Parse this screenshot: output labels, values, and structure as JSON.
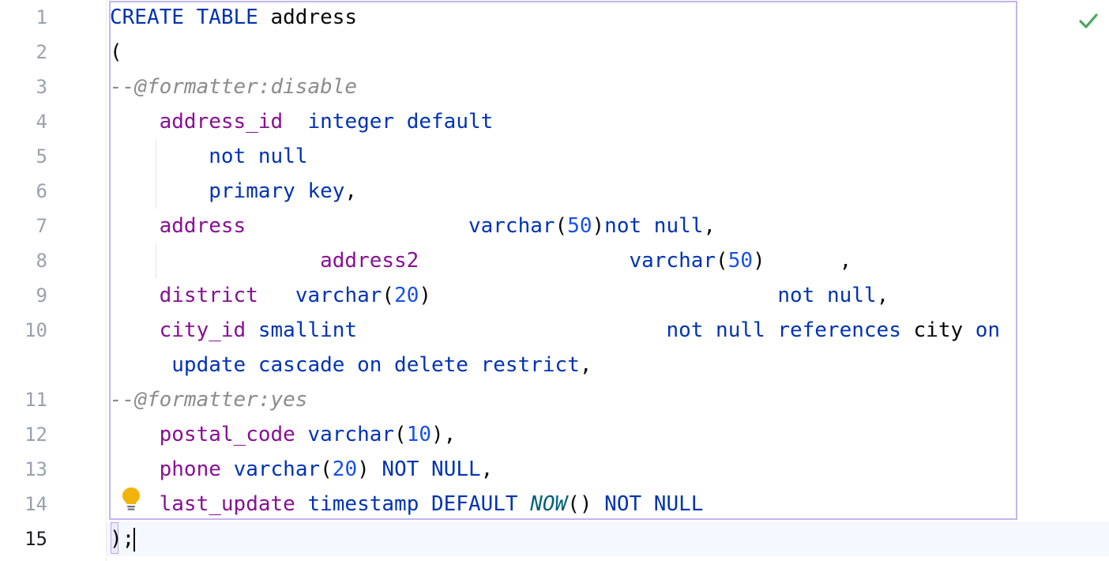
{
  "editor": {
    "status_icon": "checkmark-icon",
    "intention_icon": "lightbulb-icon",
    "colors": {
      "keyword": "#0033b3",
      "column": "#871094",
      "number": "#1750eb",
      "comment": "#8c8c8c",
      "function": "#00627a",
      "check": "#4aa661",
      "bulb": "#f2b40b"
    },
    "line_numbers": [
      "1",
      "2",
      "3",
      "4",
      "5",
      "6",
      "7",
      "8",
      "9",
      "10",
      "11",
      "12",
      "13",
      "14",
      "15"
    ],
    "current_line": "15",
    "lines": [
      [
        {
          "t": "kw",
          "v": "CREATE TABLE"
        },
        {
          "t": "plain",
          "v": " address"
        }
      ],
      [
        {
          "t": "plain",
          "v": "("
        }
      ],
      [
        {
          "t": "com",
          "v": "--@formatter:disable"
        }
      ],
      [
        {
          "t": "plain",
          "v": "    "
        },
        {
          "t": "col",
          "v": "address_id"
        },
        {
          "t": "plain",
          "v": "  "
        },
        {
          "t": "kw",
          "v": "integer default"
        }
      ],
      [
        {
          "t": "plain",
          "v": "        "
        },
        {
          "t": "kw",
          "v": "not null"
        }
      ],
      [
        {
          "t": "plain",
          "v": "        "
        },
        {
          "t": "kw",
          "v": "primary key"
        },
        {
          "t": "plain",
          "v": ","
        }
      ],
      [
        {
          "t": "plain",
          "v": "    "
        },
        {
          "t": "col",
          "v": "address"
        },
        {
          "t": "plain",
          "v": "                  "
        },
        {
          "t": "kw",
          "v": "varchar"
        },
        {
          "t": "plain",
          "v": "("
        },
        {
          "t": "num",
          "v": "50"
        },
        {
          "t": "plain",
          "v": ")"
        },
        {
          "t": "kw",
          "v": "not null"
        },
        {
          "t": "plain",
          "v": ","
        }
      ],
      [
        {
          "t": "plain",
          "v": "                 "
        },
        {
          "t": "col",
          "v": "address2"
        },
        {
          "t": "plain",
          "v": "                 "
        },
        {
          "t": "kw",
          "v": "varchar"
        },
        {
          "t": "plain",
          "v": "("
        },
        {
          "t": "num",
          "v": "50"
        },
        {
          "t": "plain",
          "v": ")      ,"
        }
      ],
      [
        {
          "t": "plain",
          "v": "    "
        },
        {
          "t": "col",
          "v": "district"
        },
        {
          "t": "plain",
          "v": "   "
        },
        {
          "t": "kw",
          "v": "varchar"
        },
        {
          "t": "plain",
          "v": "("
        },
        {
          "t": "num",
          "v": "20"
        },
        {
          "t": "plain",
          "v": ")                            "
        },
        {
          "t": "kw",
          "v": "not null"
        },
        {
          "t": "plain",
          "v": ","
        }
      ],
      [
        {
          "t": "plain",
          "v": "    "
        },
        {
          "t": "col",
          "v": "city_id"
        },
        {
          "t": "plain",
          "v": " "
        },
        {
          "t": "kw",
          "v": "smallint"
        },
        {
          "t": "plain",
          "v": "                         "
        },
        {
          "t": "kw",
          "v": "not null references"
        },
        {
          "t": "plain",
          "v": " city "
        },
        {
          "t": "kw",
          "v": "on"
        }
      ],
      [
        {
          "t": "plain",
          "v": "     "
        },
        {
          "t": "kw",
          "v": "update cascade on delete restrict"
        },
        {
          "t": "plain",
          "v": ","
        }
      ],
      [
        {
          "t": "com",
          "v": "--@formatter:yes"
        }
      ],
      [
        {
          "t": "plain",
          "v": "    "
        },
        {
          "t": "col",
          "v": "postal_code"
        },
        {
          "t": "plain",
          "v": " "
        },
        {
          "t": "kw",
          "v": "varchar"
        },
        {
          "t": "plain",
          "v": "("
        },
        {
          "t": "num",
          "v": "10"
        },
        {
          "t": "plain",
          "v": "),"
        }
      ],
      [
        {
          "t": "plain",
          "v": "    "
        },
        {
          "t": "col",
          "v": "phone"
        },
        {
          "t": "plain",
          "v": " "
        },
        {
          "t": "kw",
          "v": "varchar"
        },
        {
          "t": "plain",
          "v": "("
        },
        {
          "t": "num",
          "v": "20"
        },
        {
          "t": "plain",
          "v": ") "
        },
        {
          "t": "kw",
          "v": "NOT NULL"
        },
        {
          "t": "plain",
          "v": ","
        }
      ],
      [
        {
          "t": "plain",
          "v": "    "
        },
        {
          "t": "col",
          "v": "last_update"
        },
        {
          "t": "plain",
          "v": " "
        },
        {
          "t": "kw",
          "v": "timestamp DEFAULT"
        },
        {
          "t": "plain",
          "v": " "
        },
        {
          "t": "fn",
          "v": "NOW"
        },
        {
          "t": "plain",
          "v": "() "
        },
        {
          "t": "kw",
          "v": "NOT NULL"
        }
      ],
      [
        {
          "t": "plain",
          "v": ");"
        }
      ]
    ]
  }
}
